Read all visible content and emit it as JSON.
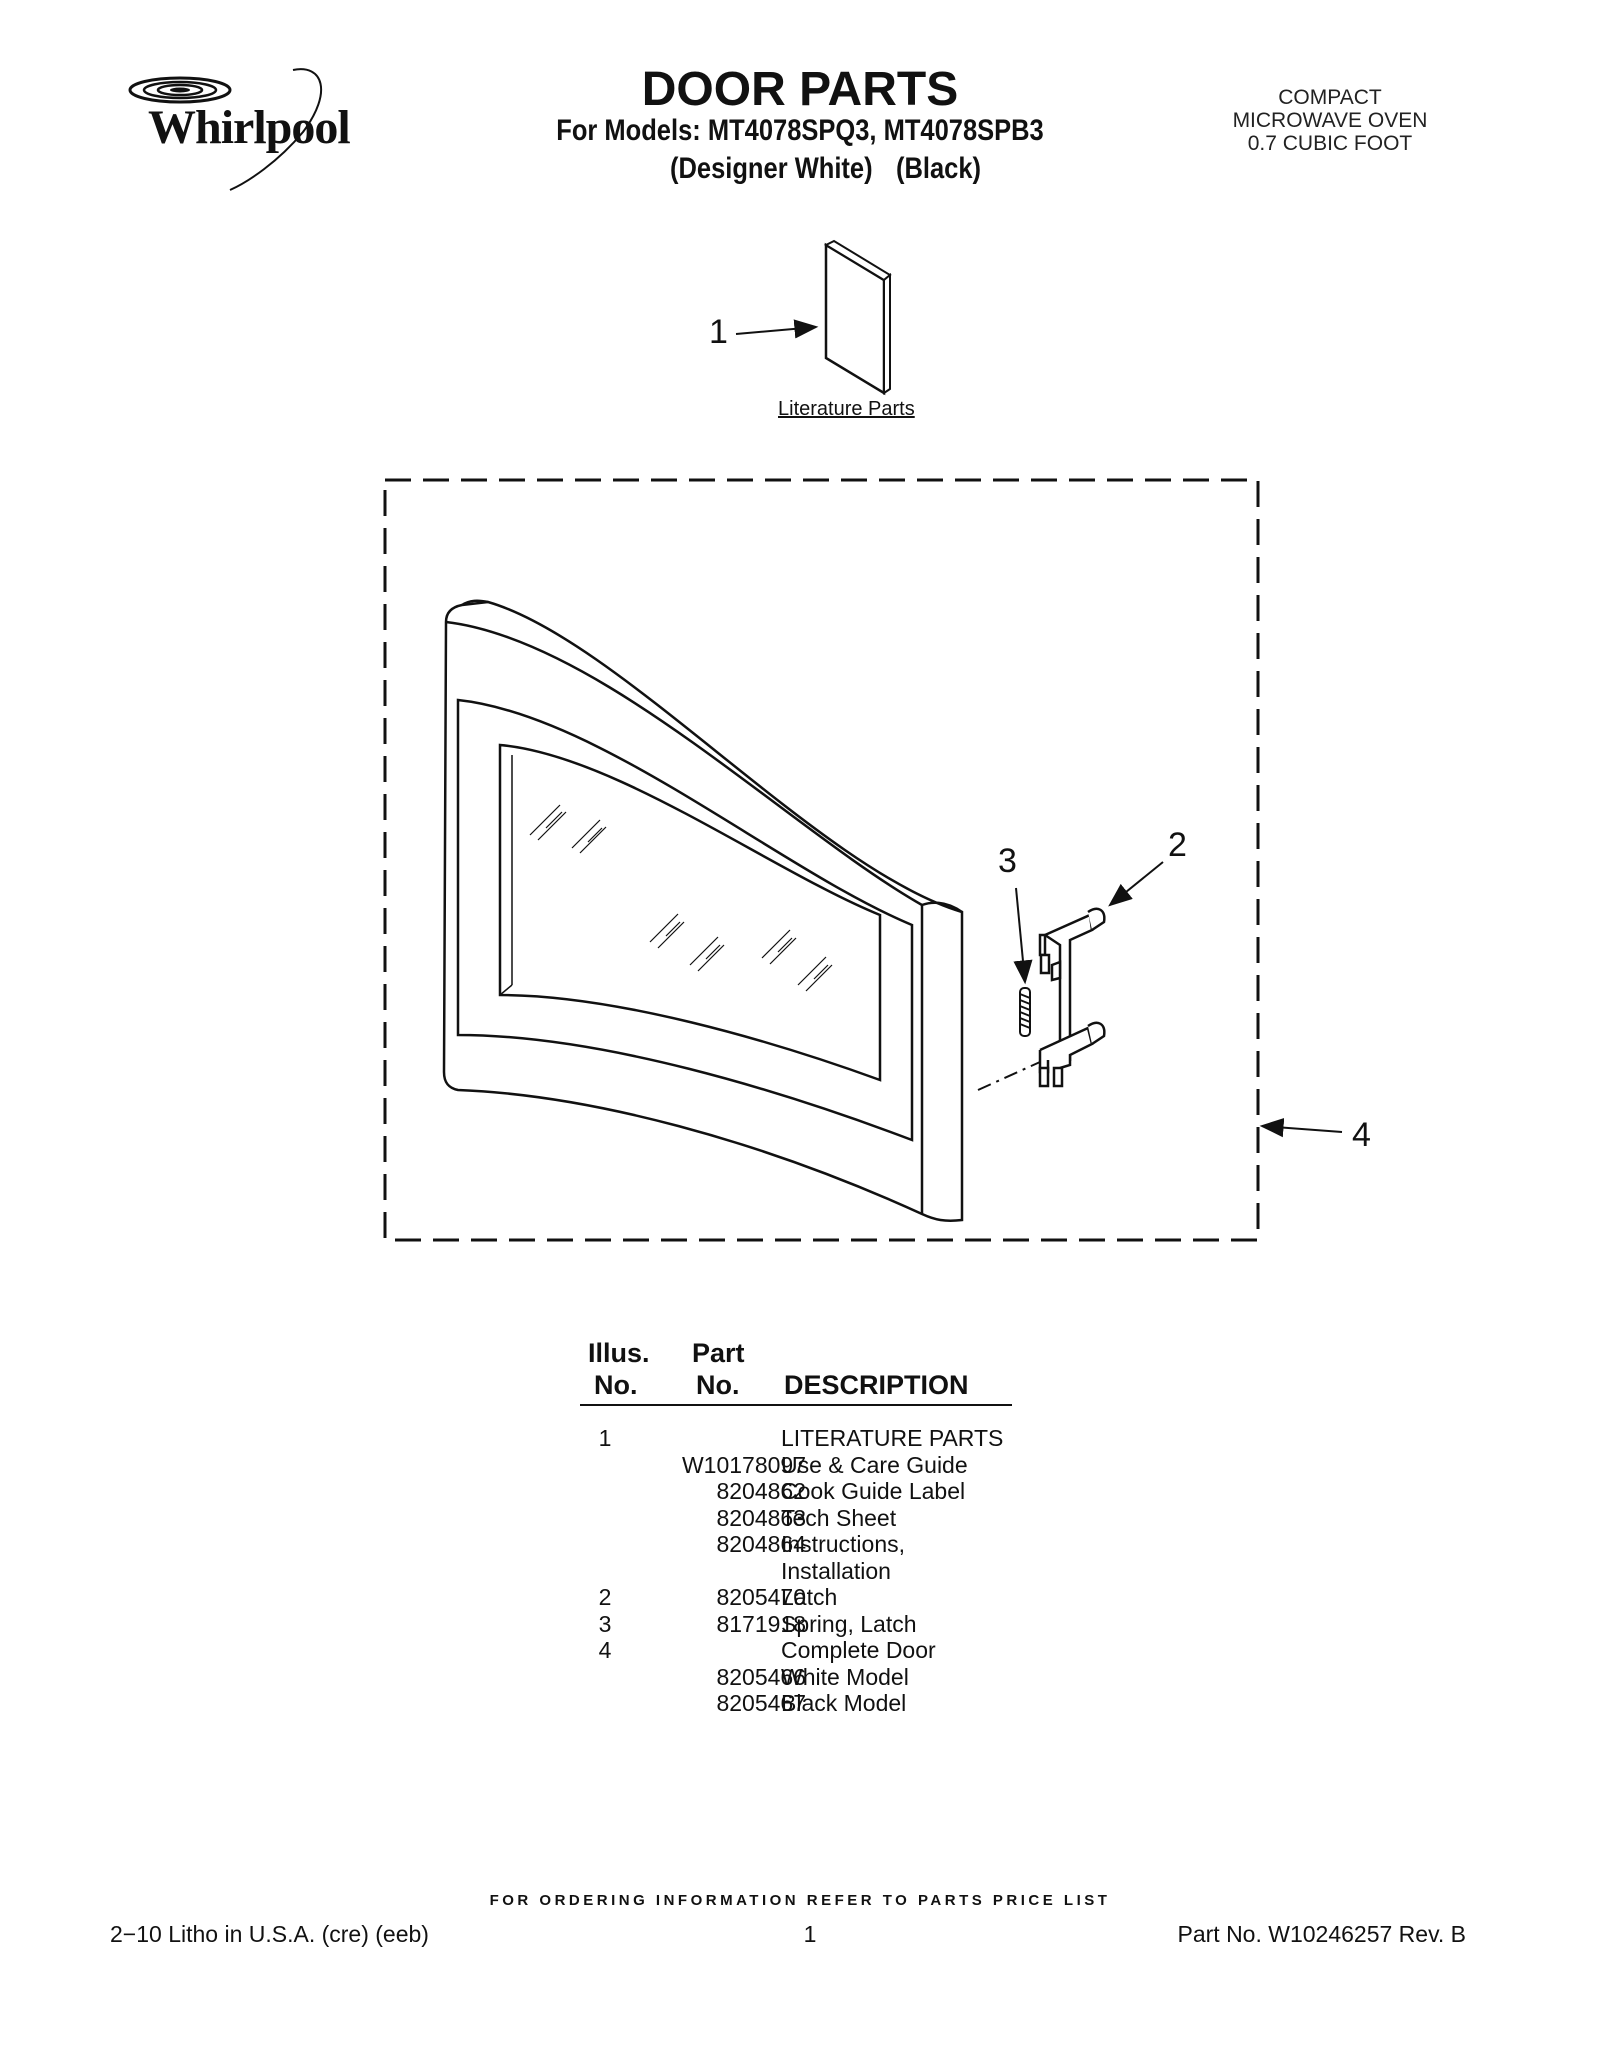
{
  "brand": {
    "logo_text": "Whirlpool"
  },
  "header": {
    "title": "DOOR PARTS",
    "models": "For Models: MT4078SPQ3, MT4078SPB3",
    "variant_white": "(Designer White)",
    "variant_black": "(Black)",
    "product_lines": [
      "COMPACT",
      "MICROWAVE OVEN",
      "0.7 CUBIC FOOT"
    ]
  },
  "diagram": {
    "callouts": [
      "1",
      "2",
      "3",
      "4"
    ],
    "literature_caption": "Literature Parts"
  },
  "parts_table": {
    "headers": {
      "illus_line1": "Illus.",
      "illus_line2": "No.",
      "part_line1": "Part",
      "part_line2": "No.",
      "description": "DESCRIPTION"
    },
    "rows": [
      {
        "illus": "1",
        "part": "",
        "desc": "LITERATURE PARTS"
      },
      {
        "illus": "",
        "part": "W10178097",
        "desc": "Use & Care Guide"
      },
      {
        "illus": "",
        "part": "8204862",
        "desc": "Cook Guide Label"
      },
      {
        "illus": "",
        "part": "8204863",
        "desc": "Tech Sheet"
      },
      {
        "illus": "",
        "part": "8204864",
        "desc": "Instructions,"
      },
      {
        "illus": "",
        "part": "",
        "desc": "Installation"
      },
      {
        "illus": "2",
        "part": "8205470",
        "desc": "Latch"
      },
      {
        "illus": "3",
        "part": "8171918",
        "desc": "Spring, Latch"
      },
      {
        "illus": "4",
        "part": "",
        "desc": "Complete Door"
      },
      {
        "illus": "",
        "part": "8205466",
        "desc": "White Model"
      },
      {
        "illus": "",
        "part": "8205467",
        "desc": "Black Model"
      }
    ]
  },
  "footer": {
    "ordering_note": "FOR ORDERING INFORMATION REFER TO PARTS PRICE LIST",
    "litho": "2−10 Litho in U.S.A. (cre) (eeb)",
    "page": "1",
    "part_no": "Part No. W10246257 Rev. B"
  }
}
